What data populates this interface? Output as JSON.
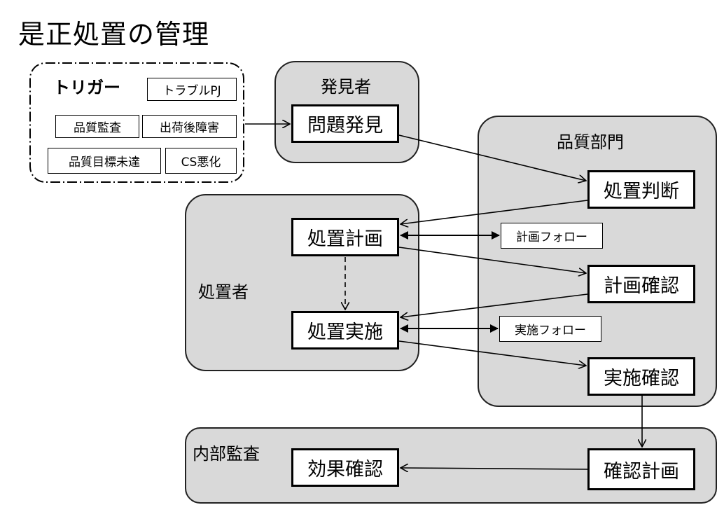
{
  "title": "是正処置の管理",
  "trigger": {
    "label": "トリガー",
    "items": [
      "トラブルPJ",
      "品質監査",
      "出荷後障害",
      "品質目標未達",
      "CS悪化"
    ]
  },
  "groups": {
    "discoverer": "発見者",
    "quality_dept": "品質部門",
    "handler": "処置者",
    "internal_audit": "内部監査"
  },
  "nodes": {
    "problem_discovery": "問題発見",
    "action_decision": "処置判断",
    "action_plan": "処置計画",
    "action_execution": "処置実施",
    "plan_follow": "計画フォロー",
    "execution_follow": "実施フォロー",
    "plan_review": "計画確認",
    "execution_review": "実施確認",
    "review_plan": "確認計画",
    "effect_review": "効果確認"
  }
}
